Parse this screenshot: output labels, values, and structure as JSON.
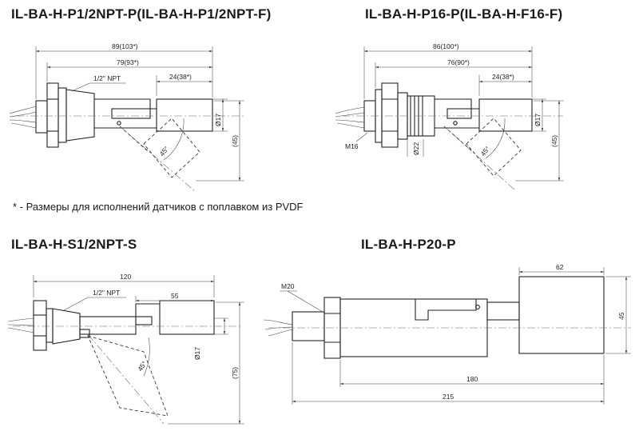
{
  "titles": {
    "d1": "IL-BA-H-P1/2NPT-P(IL-BA-H-P1/2NPT-F)",
    "d2": "IL-BA-H-P16-P(IL-BA-H-F16-F)",
    "d3": "IL-BA-H-S1/2NPT-S",
    "d4": "IL-BA-H-P20-P"
  },
  "note": "* - Размеры для исполнений датчиков с поплавком из PVDF",
  "d1": {
    "dim_total": "89(103*)",
    "dim_mid": "79(93*)",
    "dim_float": "24(38*)",
    "thread": "1/2\" NPT",
    "dia": "Ø17",
    "height": "(45)",
    "angle": "45°"
  },
  "d2": {
    "dim_total": "86(100*)",
    "dim_mid": "76(90*)",
    "dim_float": "24(38*)",
    "thread": "M16",
    "dia_fit": "Ø22",
    "dia": "Ø17",
    "height": "(45)",
    "angle": "45°"
  },
  "d3": {
    "dim_total": "120",
    "dim_float": "55",
    "thread": "1/2\" NPT",
    "dia": "Ø17",
    "height": "(75)",
    "angle": "45°"
  },
  "d4": {
    "thread": "M20",
    "dim_float": "62",
    "height": "45",
    "dim_mid": "180",
    "dim_total": "215"
  }
}
